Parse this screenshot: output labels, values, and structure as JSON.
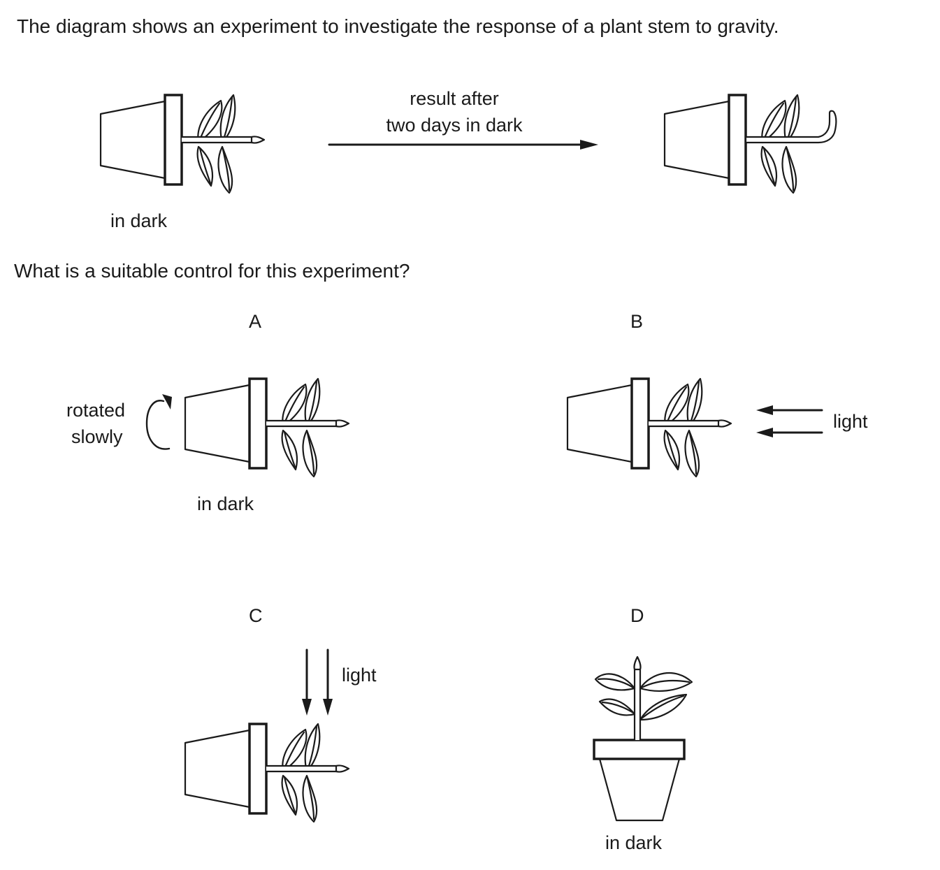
{
  "question": {
    "intro": "The diagram shows an experiment to investigate the response of a plant stem to gravity.",
    "prompt": "What is a suitable control for this experiment?"
  },
  "experiment": {
    "start_label": "in dark",
    "arrow_label_line1": "result after",
    "arrow_label_line2": "two days in dark"
  },
  "options": {
    "A": {
      "letter": "A",
      "rotation_line1": "rotated",
      "rotation_line2": "slowly",
      "label": "in dark"
    },
    "B": {
      "letter": "B",
      "light_label": "light"
    },
    "C": {
      "letter": "C",
      "light_label": "light"
    },
    "D": {
      "letter": "D",
      "label": "in dark"
    }
  },
  "colors": {
    "ink": "#1a1a1a",
    "paper": "#ffffff"
  }
}
